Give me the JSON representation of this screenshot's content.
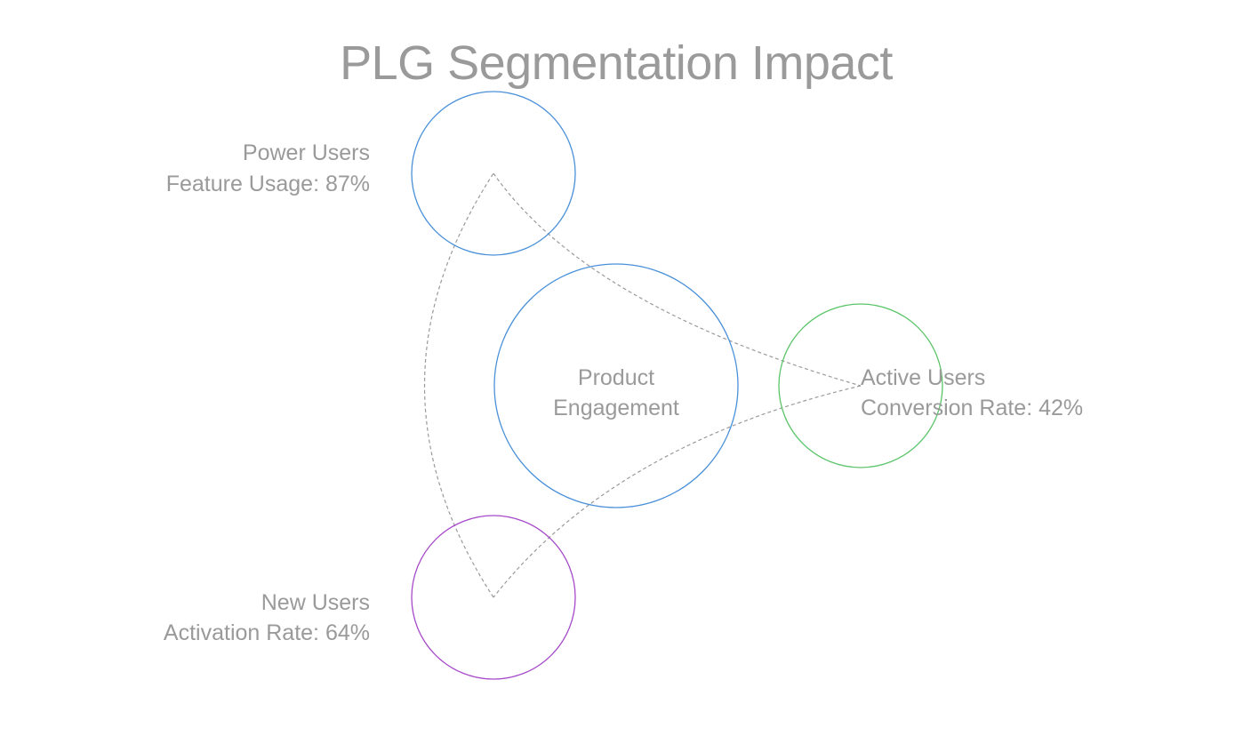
{
  "title": "PLG Segmentation Impact",
  "nodes": {
    "center": {
      "line1": "Product",
      "line2": "Engagement",
      "color": "#4a90d9"
    },
    "power": {
      "name": "Power Users",
      "metric": "Feature Usage: 87%",
      "color": "#4a90d9"
    },
    "active": {
      "name": "Active Users",
      "metric": "Conversion Rate: 42%",
      "color": "#5cc46a"
    },
    "new": {
      "name": "New Users",
      "metric": "Activation Rate: 64%",
      "color": "#a64ac9"
    }
  },
  "text_color": "#9a9a9a",
  "link_color": "#9a9a9a"
}
